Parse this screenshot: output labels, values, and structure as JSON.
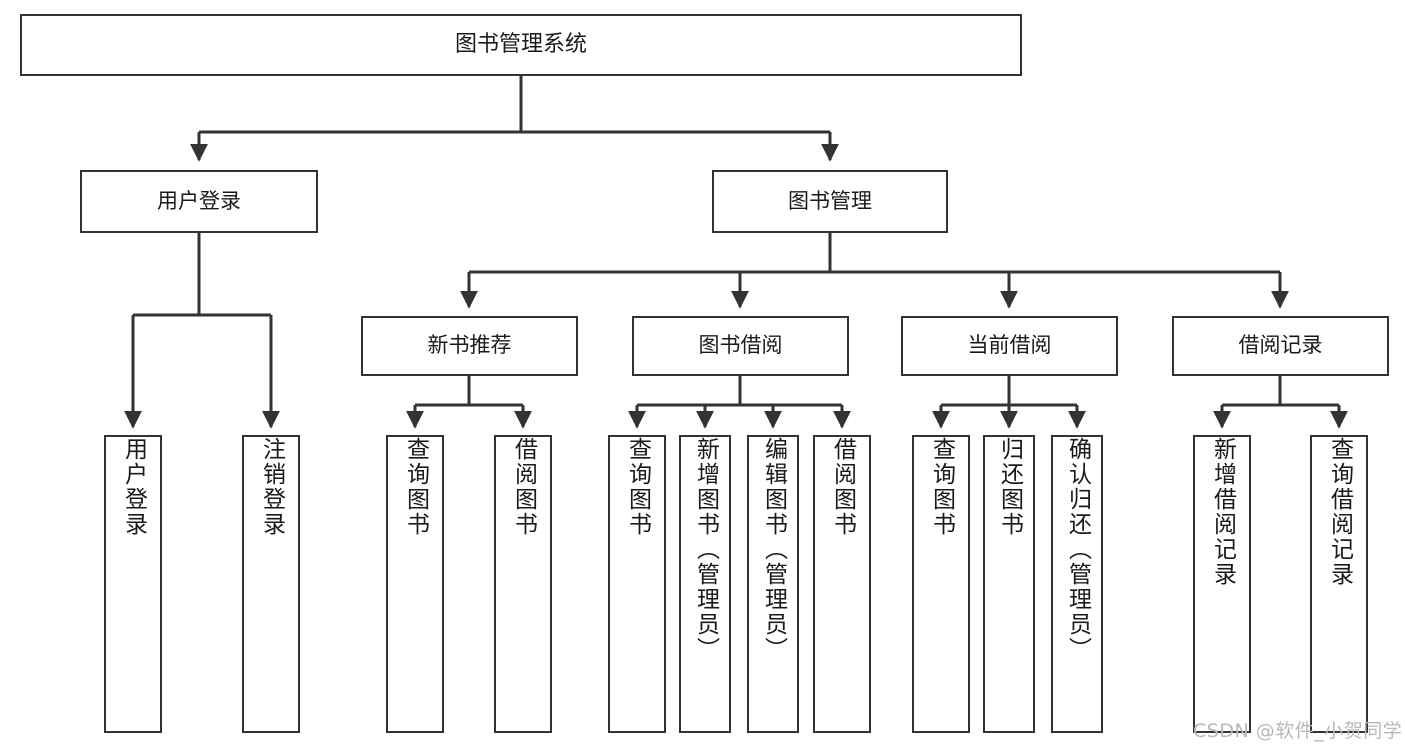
{
  "diagram": {
    "title": "图书管理系统",
    "type": "tree-hierarchy",
    "background_color": "#ffffff",
    "node_border_color": "#333333",
    "node_fill_color": "#ffffff",
    "text_color": "#1a1a1a"
  },
  "nodes": {
    "root": {
      "label": "图书管理系统",
      "level": 0
    },
    "level1": [
      {
        "id": "user-login",
        "label": "用户登录"
      },
      {
        "id": "book-manage",
        "label": "图书管理"
      }
    ],
    "level2": [
      {
        "id": "new-book-rec",
        "label": "新书推荐",
        "parent": "book-manage"
      },
      {
        "id": "book-borrow",
        "label": "图书借阅",
        "parent": "book-manage"
      },
      {
        "id": "current-borrow",
        "label": "当前借阅",
        "parent": "book-manage"
      },
      {
        "id": "borrow-record",
        "label": "借阅记录",
        "parent": "book-manage"
      }
    ],
    "leaves": [
      {
        "id": "leaf-user-login",
        "label": "用户登录",
        "parent": "user-login"
      },
      {
        "id": "leaf-logout-login",
        "label": "注销登录",
        "parent": "user-login"
      },
      {
        "id": "leaf-query-book-1",
        "label": "查询图书",
        "parent": "new-book-rec"
      },
      {
        "id": "leaf-borrow-book-1",
        "label": "借阅图书",
        "parent": "new-book-rec"
      },
      {
        "id": "leaf-query-book-2",
        "label": "查询图书",
        "parent": "book-borrow"
      },
      {
        "id": "leaf-add-book",
        "label": "新增图书（管理员）",
        "parent": "book-borrow"
      },
      {
        "id": "leaf-edit-book",
        "label": "编辑图书（管理员）",
        "parent": "book-borrow"
      },
      {
        "id": "leaf-borrow-book-2",
        "label": "借阅图书",
        "parent": "book-borrow"
      },
      {
        "id": "leaf-query-book-3",
        "label": "查询图书",
        "parent": "current-borrow"
      },
      {
        "id": "leaf-return-book",
        "label": "归还图书",
        "parent": "current-borrow"
      },
      {
        "id": "leaf-confirm-return",
        "label": "确认归还（管理员）",
        "parent": "current-borrow"
      },
      {
        "id": "leaf-add-record",
        "label": "新增借阅记录",
        "parent": "borrow-record"
      },
      {
        "id": "leaf-query-record",
        "label": "查询借阅记录",
        "parent": "borrow-record"
      }
    ]
  },
  "watermark": {
    "text": "CSDN @软件_小贺同学",
    "color": "#b9b9b9"
  }
}
